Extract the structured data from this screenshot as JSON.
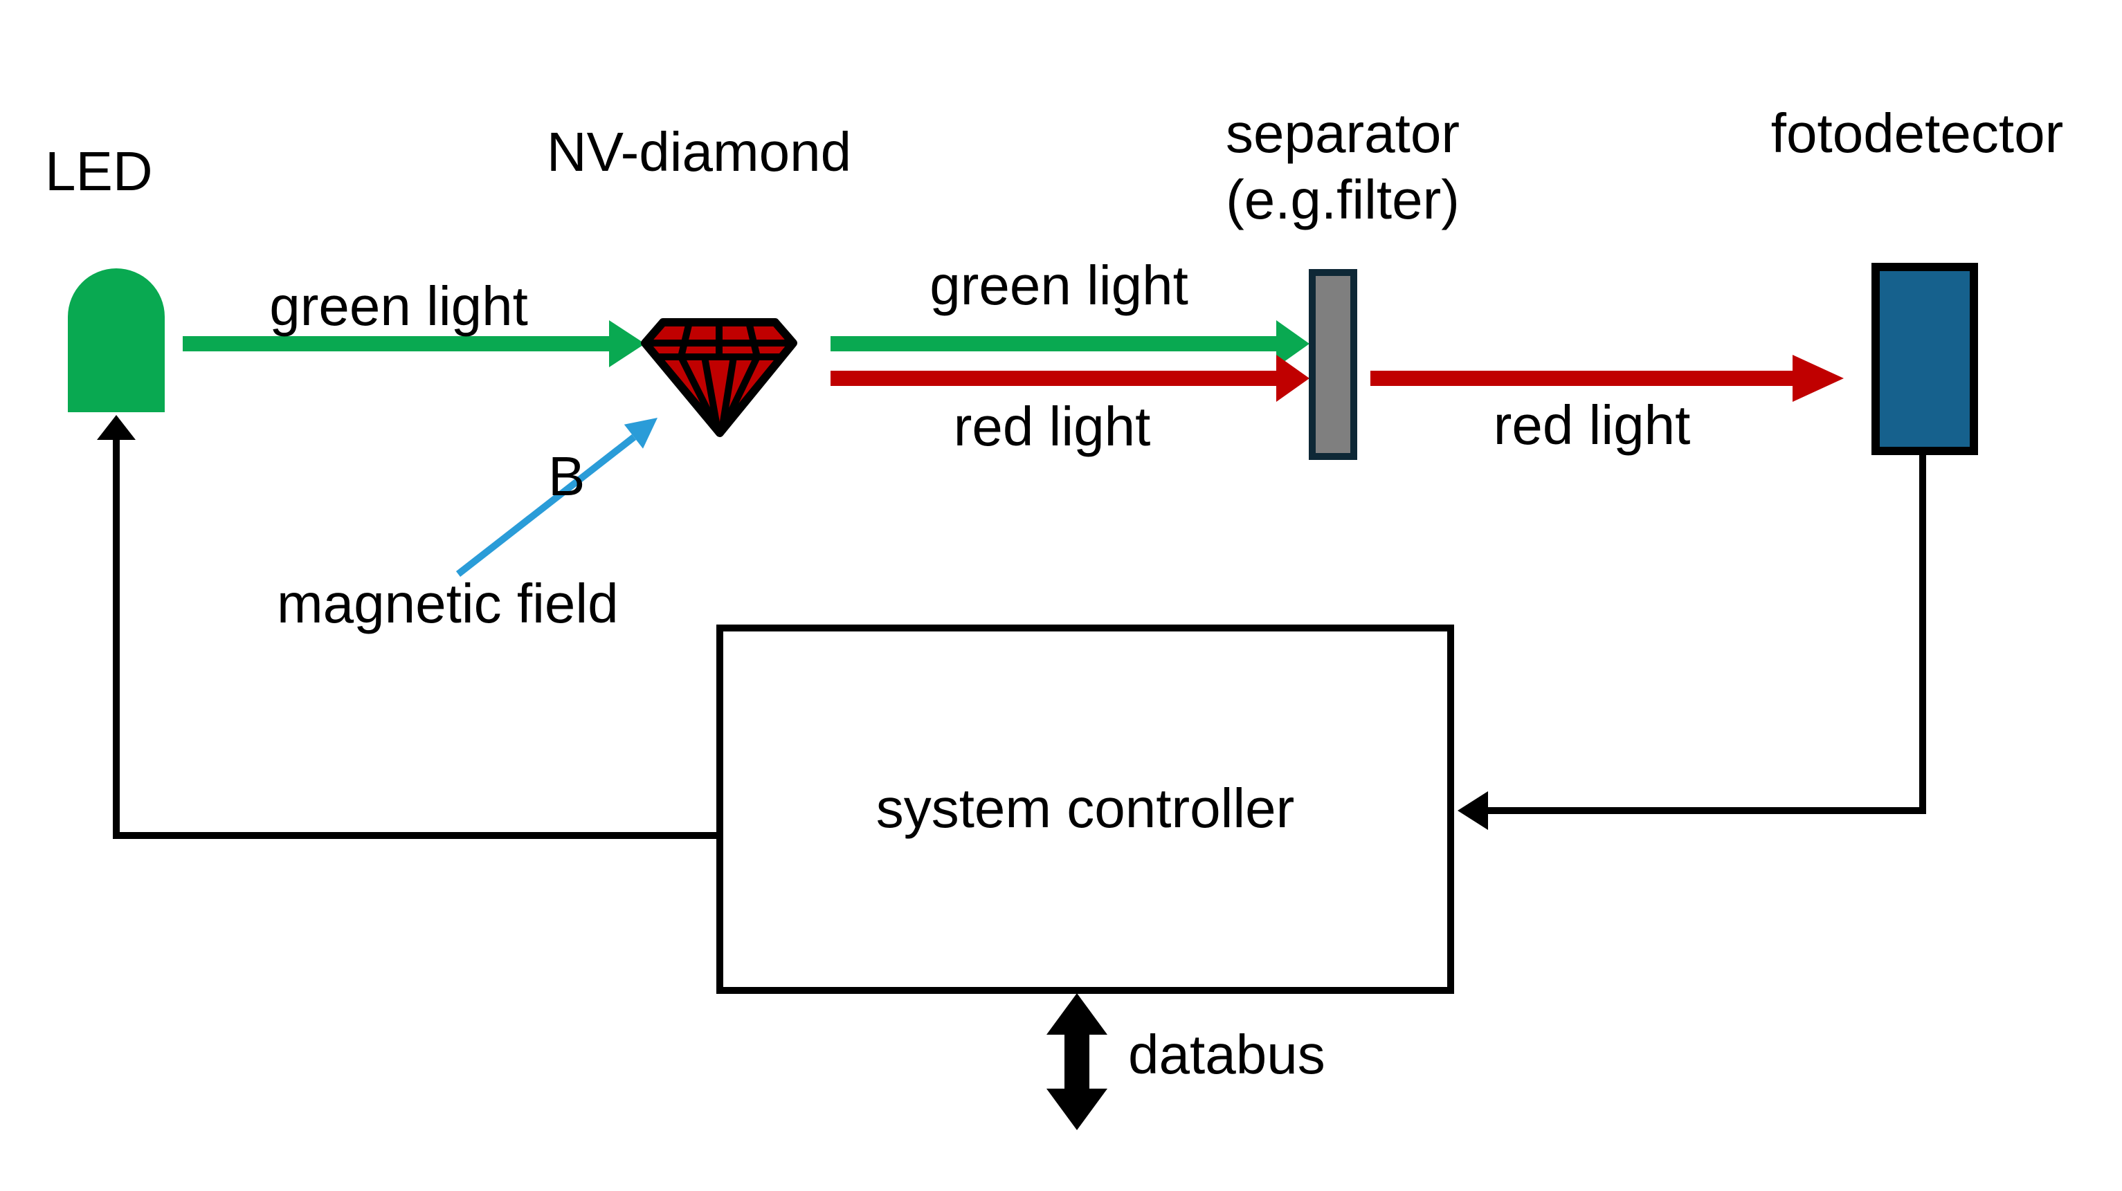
{
  "diagram": {
    "background": "#FFFFFF",
    "colors": {
      "green": "#09A951",
      "red": "#C00000",
      "diamond_red": "#C00000",
      "blue_arrow": "#2A9CD8",
      "b_symbol": "#1C76BD",
      "separator_fill": "#7F7F7F",
      "separator_border": "#0E2836",
      "fotodetector_fill": "#16618D",
      "line_black": "#000000"
    },
    "components": {
      "led": {
        "label": "LED"
      },
      "nv_diamond": {
        "label": "NV-diamond"
      },
      "separator": {
        "label": "separator",
        "sublabel": "(e.g.filter)"
      },
      "fotodetector": {
        "label": "fotodetector"
      },
      "system_controller": {
        "label": "system controller"
      },
      "databus": {
        "label": "databus"
      },
      "magnetic_field": {
        "label": "magnetic field",
        "symbol": "B"
      }
    },
    "beams": {
      "green_light_led_to_diamond": {
        "label": "green light"
      },
      "green_light_diamond_to_separator": {
        "label": "green light"
      },
      "red_light_diamond_to_separator": {
        "label": "red light"
      },
      "red_light_separator_to_detector": {
        "label": "red light"
      }
    }
  }
}
